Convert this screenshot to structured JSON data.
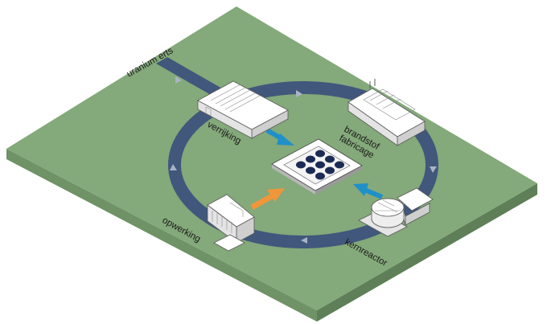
{
  "labels": {
    "ore": "uranium erts",
    "enrichment": "verrijking",
    "fabrication_line1": "brandstof",
    "fabrication_line2": "fabricage",
    "reactor": "kernreactor",
    "reprocessing": "opwerking"
  },
  "colors": {
    "ground_top": "#84a97a",
    "ground_edge": "#6f9266",
    "ring": "#41577c",
    "ring_chevron": "#a8b4c6",
    "arrow_blue": "#1f90c8",
    "arrow_orange": "#f0963a",
    "fuel_pellet": "#1c2b55"
  },
  "icons": {
    "ring_direction": "chevron-icon",
    "fuel": "fuel-assembly-icon"
  }
}
